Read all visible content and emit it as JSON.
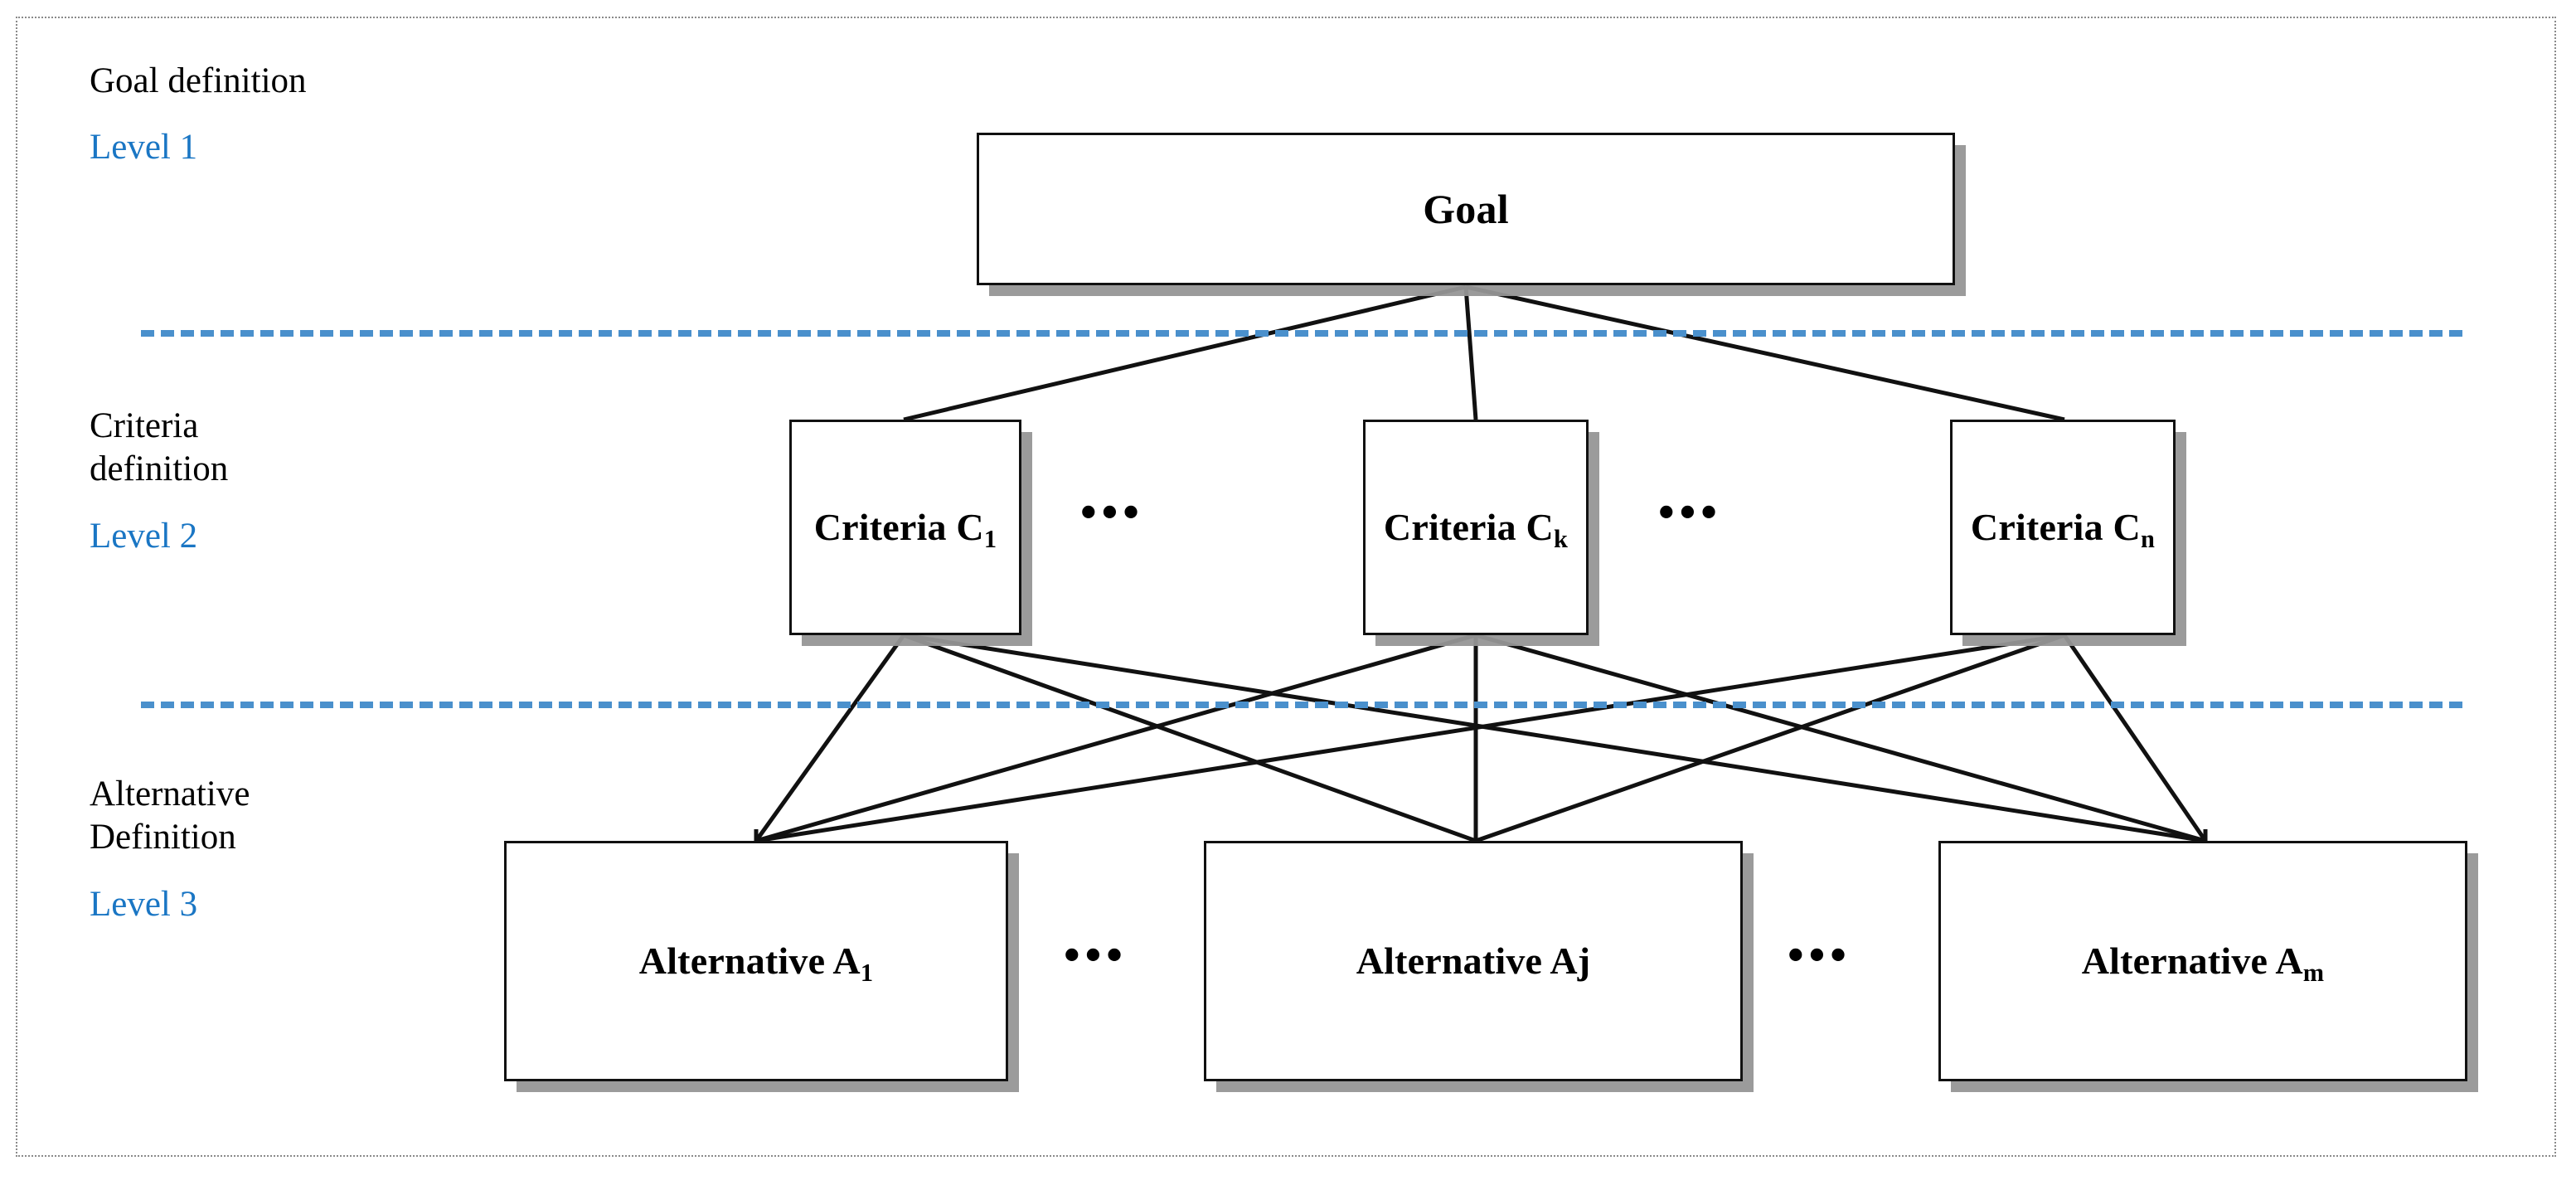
{
  "figure": {
    "type": "ahp-hierarchy-diagram",
    "accent_color": "#1a76c4",
    "divider_color": "#4a90cc",
    "box_border_color": "#111111",
    "shadow_color": "#969696",
    "frame_color": "#8a8a8a"
  },
  "levels": [
    {
      "id": "level-1",
      "title": "Goal definition",
      "subtitle": "Level 1"
    },
    {
      "id": "level-2",
      "title": "Criteria\ndefinition",
      "subtitle": "Level 2"
    },
    {
      "id": "level-3",
      "title": "Alternative\nDefinition",
      "subtitle": "Level 3"
    }
  ],
  "nodes": {
    "goal": {
      "label": "Goal"
    },
    "criteria": [
      {
        "id": "c1",
        "prefix": "Criteria C",
        "sub": "1"
      },
      {
        "id": "ck",
        "prefix": "Criteria C",
        "sub": "k"
      },
      {
        "id": "cn",
        "prefix": "Criteria C",
        "sub": "n"
      }
    ],
    "alternatives": [
      {
        "id": "a1",
        "prefix": "Alternative A",
        "sub": "1"
      },
      {
        "id": "aj",
        "prefix": "Alternative Aj",
        "sub": ""
      },
      {
        "id": "am",
        "prefix": "Alternative A",
        "sub": "m"
      }
    ]
  },
  "ellipses": {
    "criteria_left": "•••",
    "criteria_right": "•••",
    "alternatives_left": "•••",
    "alternatives_right": "•••"
  }
}
